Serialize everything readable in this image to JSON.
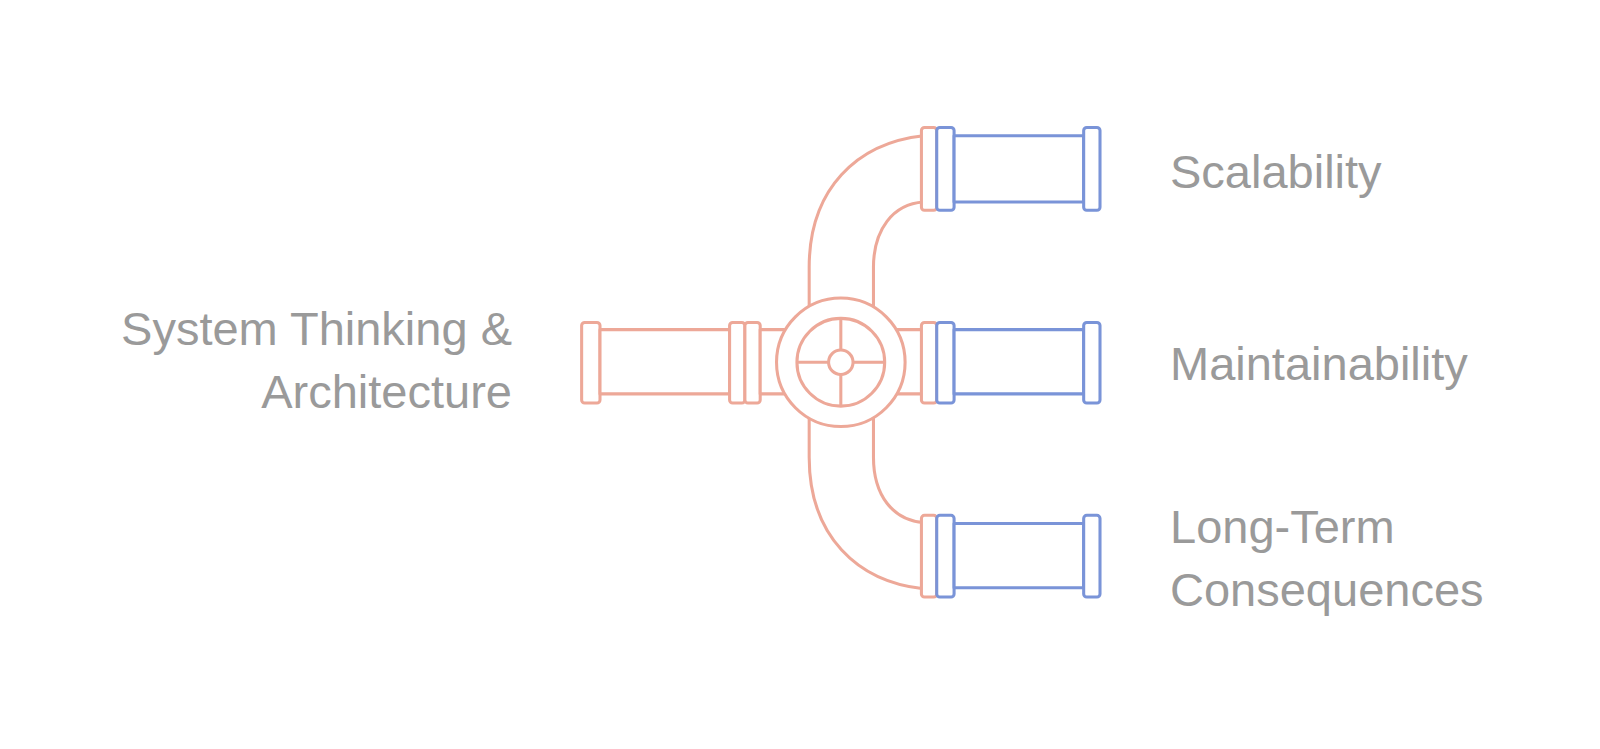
{
  "diagram": {
    "labels": [
      "System Thinking & Architecture",
      "Scalability",
      "Maintainability",
      "Long-Term Consequences"
    ]
  }
}
